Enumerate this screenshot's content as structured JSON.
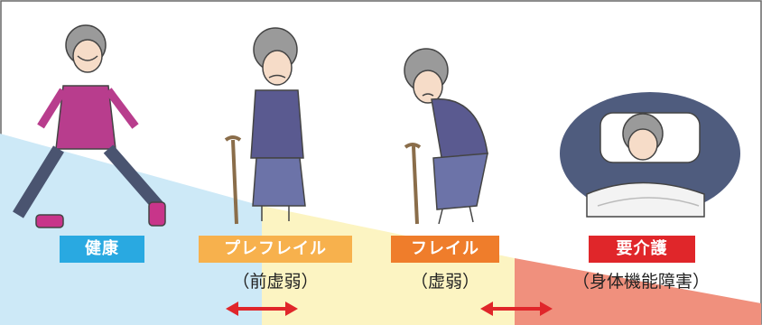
{
  "stages": [
    {
      "label": "健康",
      "sub": "",
      "color": "#29a9e1"
    },
    {
      "label": "プレフレイル",
      "sub": "（前虚弱）",
      "color": "#f7b14d"
    },
    {
      "label": "フレイル",
      "sub": "（虚弱）",
      "color": "#ef7d2b"
    },
    {
      "label": "要介護",
      "sub": "（身体機能障害）",
      "color": "#e0262a"
    }
  ],
  "colors": {
    "blue_zone": "#cde9f7",
    "yellow_zone": "#fcf4c2",
    "red_zone": "#f0907d",
    "arrow": "#e0262a",
    "figure_outline": "#444444"
  }
}
